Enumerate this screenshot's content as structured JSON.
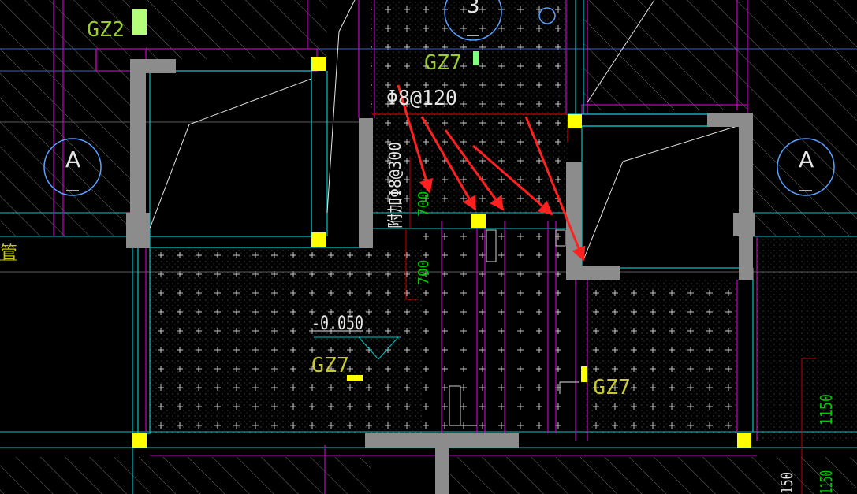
{
  "drawing": {
    "labels": {
      "gz2": "GZ2",
      "gz7_top": "GZ7",
      "gz7_mid": "GZ7",
      "gz7_right": "GZ7",
      "rebar_main": "Φ8@120",
      "rebar_side": "附加Φ8@300",
      "elevation": "-0.050",
      "dim_700_a": "700",
      "dim_700_b": "700",
      "dim_1150_a": "1150",
      "dim_1150_b": "1150",
      "dim_150": "150",
      "axis_left": "A",
      "axis_right": "A",
      "axis_top": "3",
      "side_char": "管"
    },
    "colors": {
      "background": "#000000",
      "wall_fill": "#8c8c8c",
      "column_yellow": "#ffff00",
      "text_green": "#9acd32",
      "dim_green": "#00c800",
      "arrow_red": "#ff2020",
      "cyan_line": "#00c8c8",
      "magenta_line": "#c800c8",
      "hatch_white": "#d0d0d0"
    }
  }
}
